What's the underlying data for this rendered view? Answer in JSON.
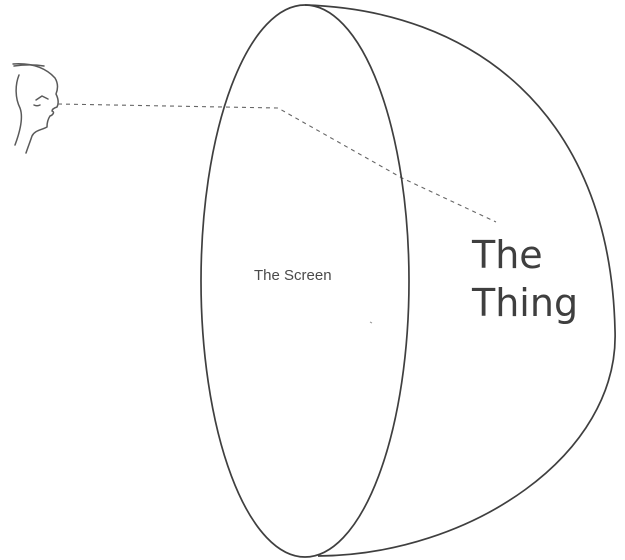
{
  "labels": {
    "screen": "The Screen",
    "thing_line_1": "The",
    "thing_line_2": "Thing"
  },
  "colors": {
    "ink": "#3f3f3f",
    "light_ink": "#777777",
    "paper": "#ffffff"
  },
  "icons": {
    "viewer": "viewer-profile-icon"
  }
}
